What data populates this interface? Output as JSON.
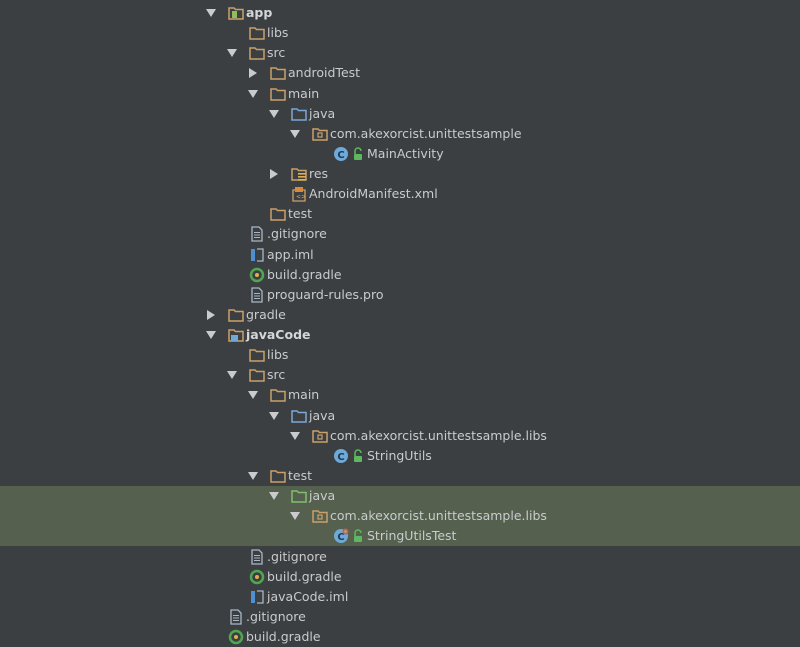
{
  "tree": {
    "nodes": [
      {
        "label": "app",
        "depth": 0,
        "arrow": "open",
        "icon": "module-folder-icon",
        "bold": true
      },
      {
        "label": "libs",
        "depth": 1,
        "arrow": "none",
        "icon": "folder-icon"
      },
      {
        "label": "src",
        "depth": 1,
        "arrow": "open",
        "icon": "folder-icon"
      },
      {
        "label": "androidTest",
        "depth": 2,
        "arrow": "closed",
        "icon": "folder-icon"
      },
      {
        "label": "main",
        "depth": 2,
        "arrow": "open",
        "icon": "folder-icon"
      },
      {
        "label": "java",
        "depth": 3,
        "arrow": "open",
        "icon": "source-folder-icon"
      },
      {
        "label": "com.akexorcist.unittestsample",
        "depth": 4,
        "arrow": "open",
        "icon": "package-folder-icon"
      },
      {
        "label": "MainActivity",
        "depth": 5,
        "arrow": "none",
        "icon": "class-icon",
        "lock": true
      },
      {
        "label": "res",
        "depth": 3,
        "arrow": "closed",
        "icon": "resource-folder-icon"
      },
      {
        "label": "AndroidManifest.xml",
        "depth": 3,
        "arrow": "none",
        "icon": "manifest-file-icon"
      },
      {
        "label": "test",
        "depth": 2,
        "arrow": "none",
        "icon": "folder-icon"
      },
      {
        "label": ".gitignore",
        "depth": 1,
        "arrow": "none",
        "icon": "text-file-icon"
      },
      {
        "label": "app.iml",
        "depth": 1,
        "arrow": "none",
        "icon": "iml-file-icon"
      },
      {
        "label": "build.gradle",
        "depth": 1,
        "arrow": "none",
        "icon": "gradle-file-icon"
      },
      {
        "label": "proguard-rules.pro",
        "depth": 1,
        "arrow": "none",
        "icon": "text-file-icon"
      },
      {
        "label": "gradle",
        "depth": 0,
        "arrow": "closed",
        "icon": "folder-icon"
      },
      {
        "label": "javaCode",
        "depth": 0,
        "arrow": "open",
        "icon": "java-module-folder-icon",
        "bold": true
      },
      {
        "label": "libs",
        "depth": 1,
        "arrow": "none",
        "icon": "folder-icon"
      },
      {
        "label": "src",
        "depth": 1,
        "arrow": "open",
        "icon": "folder-icon"
      },
      {
        "label": "main",
        "depth": 2,
        "arrow": "open",
        "icon": "folder-icon"
      },
      {
        "label": "java",
        "depth": 3,
        "arrow": "open",
        "icon": "source-folder-icon"
      },
      {
        "label": "com.akexorcist.unittestsample.libs",
        "depth": 4,
        "arrow": "open",
        "icon": "package-folder-icon"
      },
      {
        "label": "StringUtils",
        "depth": 5,
        "arrow": "none",
        "icon": "class-icon",
        "lock": true
      },
      {
        "label": "test",
        "depth": 2,
        "arrow": "open",
        "icon": "folder-icon"
      },
      {
        "label": "java",
        "depth": 3,
        "arrow": "open",
        "icon": "test-source-folder-icon"
      },
      {
        "label": "com.akexorcist.unittestsample.libs",
        "depth": 4,
        "arrow": "open",
        "icon": "package-folder-icon"
      },
      {
        "label": "StringUtilsTest",
        "depth": 5,
        "arrow": "none",
        "icon": "test-class-icon",
        "lock": true
      },
      {
        "label": ".gitignore",
        "depth": 1,
        "arrow": "none",
        "icon": "text-file-icon"
      },
      {
        "label": "build.gradle",
        "depth": 1,
        "arrow": "none",
        "icon": "gradle-file-icon"
      },
      {
        "label": "javaCode.iml",
        "depth": 1,
        "arrow": "none",
        "icon": "iml-file-icon"
      },
      {
        "label": ".gitignore",
        "depth": 0,
        "arrow": "none",
        "icon": "text-file-icon"
      },
      {
        "label": "build.gradle",
        "depth": 0,
        "arrow": "none",
        "icon": "gradle-file-icon"
      }
    ]
  },
  "colors": {
    "background": "#3c3f41",
    "highlight": "#56604f",
    "text": "#c9cbcd",
    "folder": "#c9a06a",
    "source_folder": "#7ba7d8",
    "test_folder": "#7fbf6a",
    "class": "#6ea9d8"
  }
}
